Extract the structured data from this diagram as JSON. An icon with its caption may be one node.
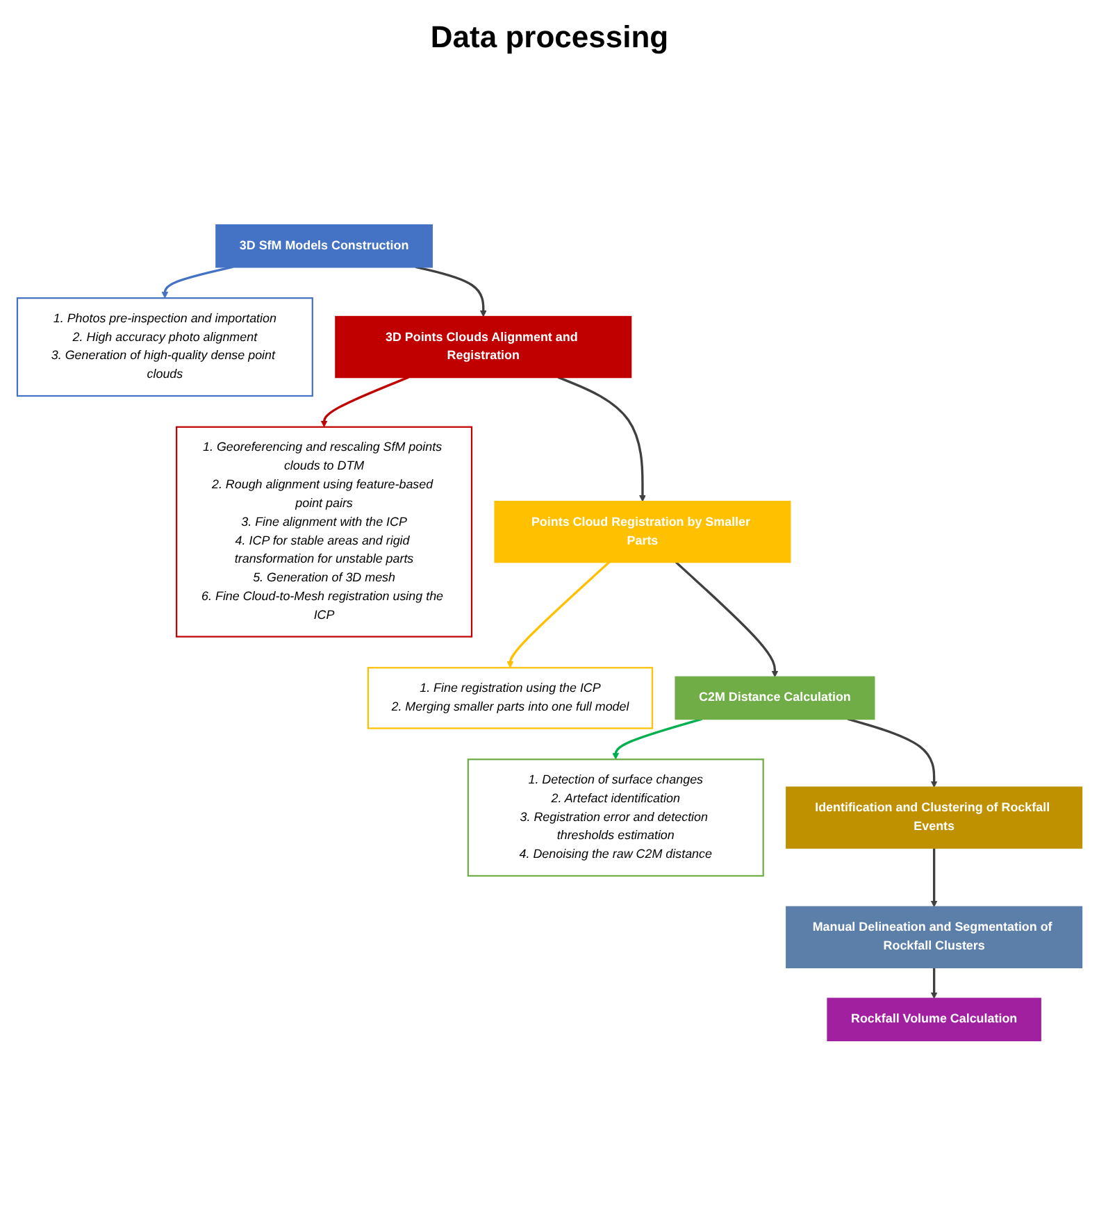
{
  "diagram": {
    "title": "Data processing",
    "nodes": [
      {
        "text": [
          "3D SfM Models Construction"
        ]
      },
      {
        "text": [
          "1. Photos pre-inspection and importation",
          "2. High accuracy photo alignment",
          "3. Generation of high-quality dense point clouds"
        ]
      },
      {
        "text": [
          "3D Points Clouds Alignment and Registration"
        ]
      },
      {
        "text": [
          "1. Georeferencing and rescaling SfM points clouds to DTM",
          "2. Rough alignment using feature-based point pairs",
          "3. Fine alignment with the ICP",
          "4. ICP for stable areas and rigid transformation for unstable parts",
          "5. Generation of 3D mesh",
          "6. Fine Cloud-to-Mesh registration using the ICP"
        ]
      },
      {
        "text": [
          "Points Cloud Registration by Smaller Parts"
        ]
      },
      {
        "text": [
          "1. Fine registration using the ICP",
          "2. Merging smaller parts into one full model"
        ]
      },
      {
        "text": [
          "C2M Distance Calculation"
        ]
      },
      {
        "text": [
          "1. Detection of surface changes",
          "2. Artefact identification",
          "3. Registration error and detection thresholds estimation",
          "4. Denoising the raw C2M distance"
        ]
      },
      {
        "text": [
          "Identification and Clustering of Rockfall Events"
        ]
      },
      {
        "text": [
          "Manual Delineation and Segmentation of Rockfall Clusters"
        ]
      },
      {
        "text": [
          "Rockfall Volume Calculation"
        ]
      }
    ],
    "edges": [
      {
        "from": 0,
        "to": 1,
        "arrow": "to",
        "color": "#4472c4"
      },
      {
        "from": 0,
        "to": 2,
        "arrow": "to"
      },
      {
        "from": 2,
        "to": 3,
        "arrow": "to",
        "color": "#c00000"
      },
      {
        "from": 2,
        "to": 4,
        "arrow": "to"
      },
      {
        "from": 4,
        "to": 5,
        "arrow": "to",
        "color": "#ffc000"
      },
      {
        "from": 4,
        "to": 6,
        "arrow": "to"
      },
      {
        "from": 6,
        "to": 7,
        "arrow": "to",
        "color": "#00b050"
      },
      {
        "from": 6,
        "to": 8,
        "arrow": "to"
      },
      {
        "from": 8,
        "to": 9,
        "arrow": "to"
      },
      {
        "from": 9,
        "to": 10,
        "arrow": "to"
      }
    ]
  }
}
